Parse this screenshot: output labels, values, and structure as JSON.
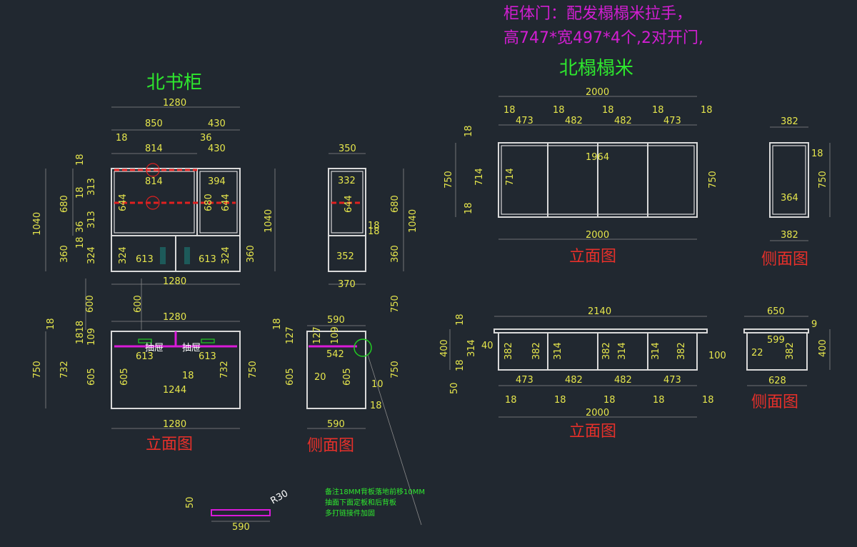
{
  "header": {
    "door_line1": "柜体门：配发榻榻米拉手，",
    "door_line2": "高747*宽497*4个,2对开门,"
  },
  "titles": {
    "north_bookcase": "北书柜",
    "north_tatami": "北榻榻米"
  },
  "view_labels": {
    "elevation": "立面图",
    "side": "侧面图"
  },
  "drawer_label": "抽屉",
  "note": {
    "line1": "备注18MM背板落地前移10MM",
    "line2": "抽面下面定板和后背板",
    "line3": "多打链接件加固"
  },
  "fillet": "R30",
  "colors": {
    "background": "#212830",
    "dimension": "#e6e64c",
    "outline": "#d9d9d9",
    "shelf_marker": "#e02020",
    "drawer_rail": "#d91ad9",
    "title_green": "#2ee82e",
    "view_label_red": "#e8302a"
  },
  "dims": {
    "bc_top": [
      "1280",
      "850",
      "430",
      "18",
      "36",
      "814",
      "430",
      "814",
      "394",
      "644",
      "680",
      "644",
      "613",
      "613",
      "324",
      "324",
      "1280"
    ],
    "bc_left": [
      "18",
      "1040",
      "680",
      "18",
      "313",
      "313",
      "36",
      "360",
      "18",
      "324",
      "1040",
      "360",
      "600"
    ],
    "bc_right": [
      "1040",
      "360"
    ],
    "bc_side": [
      "350",
      "332",
      "644",
      "680",
      "1040",
      "18",
      "18",
      "352",
      "360",
      "370",
      "600"
    ],
    "bc_lower": [
      "1280",
      "18",
      "1818",
      "109",
      "750",
      "732",
      "605",
      "613",
      "613",
      "18",
      "605",
      "732",
      "750",
      "1244",
      "1280"
    ],
    "bc_lower_side": [
      "590",
      "18",
      "127",
      "127",
      "109",
      "542",
      "605",
      "20",
      "605",
      "10",
      "750",
      "18",
      "590"
    ],
    "strip": [
      "50",
      "590"
    ],
    "tt_top": [
      "2000",
      "18",
      "18",
      "18",
      "18",
      "18",
      "473",
      "482",
      "482",
      "473"
    ],
    "tt_elev": [
      "18",
      "750",
      "714",
      "714",
      "1964",
      "750",
      "18",
      "2000"
    ],
    "tt_side": [
      "382",
      "18",
      "750",
      "364",
      "382"
    ],
    "tt_base": [
      "2140",
      "18",
      "400",
      "18",
      "40",
      "314",
      "382",
      "382",
      "314",
      "382",
      "314",
      "314",
      "382",
      "100",
      "50",
      "473",
      "482",
      "482",
      "473",
      "18",
      "18",
      "18",
      "18",
      "18",
      "2000"
    ],
    "tt_base_side": [
      "650",
      "9",
      "599",
      "400",
      "22",
      "382",
      "628"
    ]
  }
}
